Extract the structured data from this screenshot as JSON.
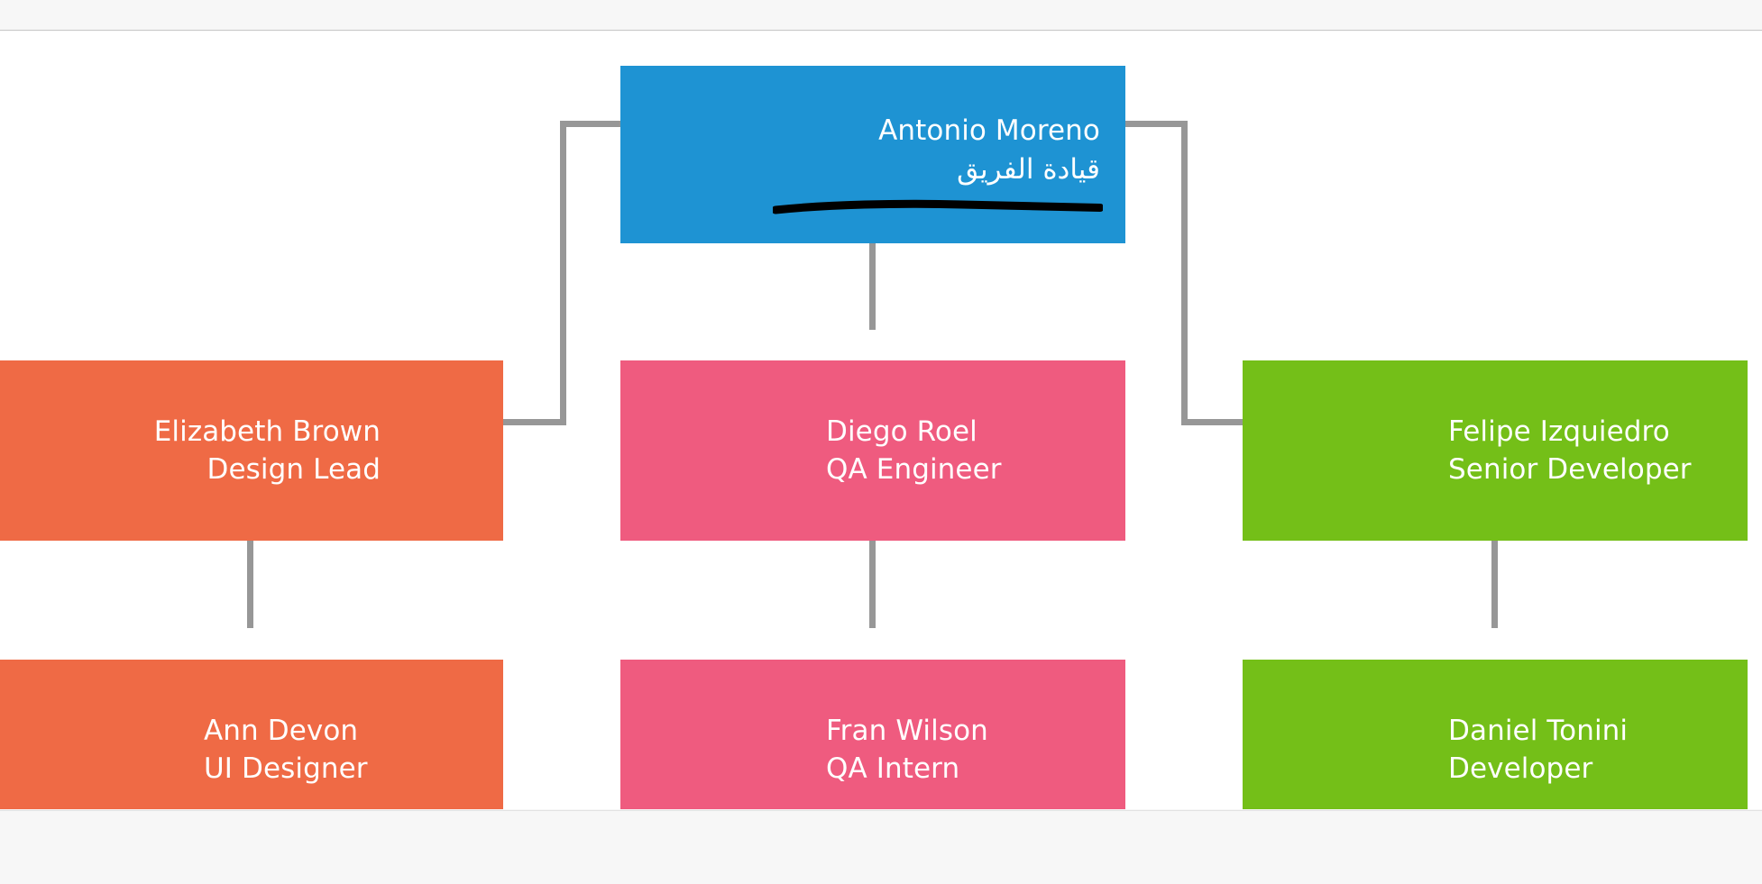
{
  "window": {
    "background_color": "#f7f7f7",
    "canvas_color": "#ffffff"
  },
  "chart_data": {
    "type": "diagram",
    "diagram_kind": "org-chart",
    "title": "",
    "connector_color": "#979797",
    "nodes": [
      {
        "id": "root",
        "name": "Antonio Moreno",
        "role": "قيادة الفريق",
        "role_language": "ar",
        "color": "#1e93d3",
        "level": 0,
        "column": "center",
        "text_align": "right",
        "annotation": "hand-drawn-underline"
      },
      {
        "id": "elizabeth",
        "name": "Elizabeth Brown",
        "role": "Design Lead",
        "color": "#ef6a45",
        "level": 1,
        "column": "left",
        "parent": "root"
      },
      {
        "id": "diego",
        "name": "Diego Roel",
        "role": "QA Engineer",
        "color": "#ef5b7f",
        "level": 1,
        "column": "center",
        "parent": "root"
      },
      {
        "id": "felipe",
        "name": "Felipe Izquiedro",
        "role": "Senior Developer",
        "color": "#74bf18",
        "level": 1,
        "column": "right",
        "parent": "root"
      },
      {
        "id": "ann",
        "name": "Ann Devon",
        "role": "UI Designer",
        "color": "#ef6a45",
        "level": 2,
        "column": "left",
        "parent": "elizabeth"
      },
      {
        "id": "fran",
        "name": "Fran Wilson",
        "role": "QA Intern",
        "color": "#ef5b7f",
        "level": 2,
        "column": "center",
        "parent": "diego"
      },
      {
        "id": "daniel",
        "name": "Daniel Tonini",
        "role": "Developer",
        "color": "#74bf18",
        "level": 2,
        "column": "right",
        "parent": "felipe"
      }
    ],
    "edges": [
      {
        "from": "root",
        "to": "elizabeth"
      },
      {
        "from": "root",
        "to": "diego"
      },
      {
        "from": "root",
        "to": "felipe"
      },
      {
        "from": "elizabeth",
        "to": "ann"
      },
      {
        "from": "diego",
        "to": "fran"
      },
      {
        "from": "felipe",
        "to": "daniel"
      }
    ]
  },
  "nodes": {
    "root": {
      "name": "Antonio Moreno",
      "role": "قيادة الفريق"
    },
    "elizabeth": {
      "name": "Elizabeth Brown",
      "role": "Design Lead"
    },
    "diego": {
      "name": "Diego Roel",
      "role": "QA Engineer"
    },
    "felipe": {
      "name": "Felipe Izquiedro",
      "role": "Senior Developer"
    },
    "ann": {
      "name": "Ann Devon",
      "role": "UI Designer"
    },
    "fran": {
      "name": "Fran Wilson",
      "role": "QA Intern"
    },
    "daniel": {
      "name": "Daniel Tonini",
      "role": "Developer"
    }
  }
}
